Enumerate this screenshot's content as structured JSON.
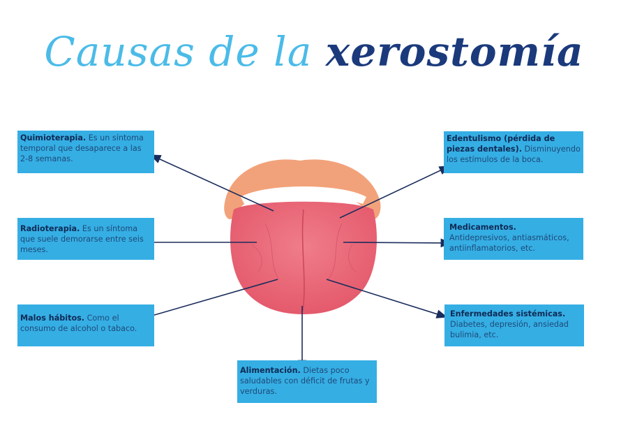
{
  "title": {
    "part1": "Causas de la",
    "part2": "xerostomía"
  },
  "causes": {
    "quimioterapia": {
      "bold": "Quimioterapia.",
      "text": " Es un síntoma temporal que desaparece a las 2-8 semanas."
    },
    "radioterapia": {
      "bold": "Radioterapia.",
      "text": " Es un síntoma que suele demorarse entre seis meses."
    },
    "malos_habitos": {
      "bold": "Malos hábitos.",
      "text": " Como el consumo de alcohol o tabaco."
    },
    "alimentacion": {
      "bold": "Alimentación.",
      "text": " Dietas poco saludables con déficit de frutas y verduras."
    },
    "edentulismo": {
      "bold": "Edentulismo (pérdida de piezas dentales).",
      "text": " Disminuyendo los estímulos de la boca."
    },
    "medicamentos": {
      "bold": "Medicamentos.",
      "text": " Antidepresivos, antiasmáticos, antiinflamatorios, etc."
    },
    "enfermedades": {
      "bold": "Enfermedades sistémicas.",
      "text": " Diabetes, depresión, ansiedad bulimia, etc."
    }
  },
  "colors": {
    "box": "#35aee4",
    "arrow": "#1b2d5c",
    "title_light": "#4bbbe8",
    "title_dark": "#1b3a7c"
  }
}
